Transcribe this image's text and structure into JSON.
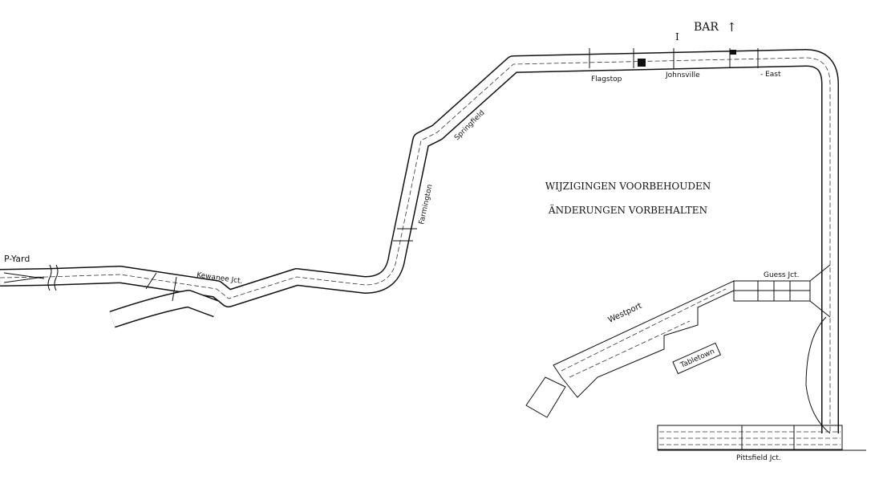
{
  "title": "Track plan",
  "labels": {
    "p_yard": "P-Yard",
    "kewanee": "Kewanee Jct.",
    "farmington": "Farmington",
    "springfield": "Springfield",
    "flagstop": "Flagstop",
    "johnsville": "Johnsville",
    "east": "- East",
    "bar": "BAR",
    "bar_arrow": "↑",
    "section_mark": "I",
    "westport": "Westport",
    "tabletown": "Tabletown",
    "guess": "Guess Jct.",
    "pittsfield": "Pittsfield Jct."
  },
  "notice": {
    "dutch": "WIJZIGINGEN VOORBEHOUDEN",
    "german": "ÄNDERUNGEN VORBEHALTEN"
  },
  "colors": {
    "ink": "#111111",
    "paper": "#ffffff"
  }
}
